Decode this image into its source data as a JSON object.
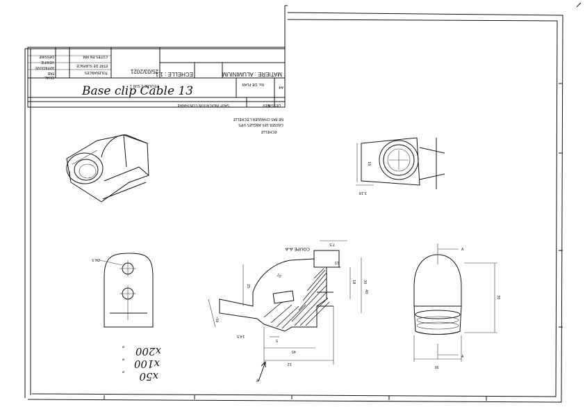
{
  "title_block": {
    "handwritten_title": "Base clip Cable 13",
    "material": "MATIERE : ALUMINIUM",
    "scale": "ECHELLE : 1:1",
    "date": "25/03/2021",
    "format": "A4",
    "sheet_label": "FEUILLE 1 SUR 1",
    "note_line": "SAUF INDICATION CONTRAIRE",
    "drawing_no": "No. DE PLAN",
    "revision": "REV",
    "small_fields": [
      "DESSINE",
      "VERIFIE",
      "APPROUVE",
      "FAB.",
      "QUAL."
    ],
    "company_lines": [
      "COTES EN MM",
      "ETAT DE SURFACE",
      "TOLERANCES"
    ],
    "side_text": [
      "NE PAS CHANGER L'ECHELLE",
      "CASSER LES ANGLES VIFS"
    ],
    "mid_box": [
      "DESSIN",
      "ECHELLE"
    ]
  },
  "views": {
    "section_label": "COUPE A-A",
    "hole_note": "Ø4,5",
    "section_dims": [
      "30",
      "40",
      "18",
      "15",
      "7,5",
      "25",
      "45",
      "12",
      "10",
      "45°",
      "14,5",
      "5"
    ],
    "right_view_dims": [
      "30",
      "30",
      "A",
      "A"
    ],
    "top_view_dims": [
      "16",
      "3,18"
    ],
    "handwritten_qty": [
      "x200",
      "x100",
      "x50"
    ],
    "arrow_label": "F"
  }
}
